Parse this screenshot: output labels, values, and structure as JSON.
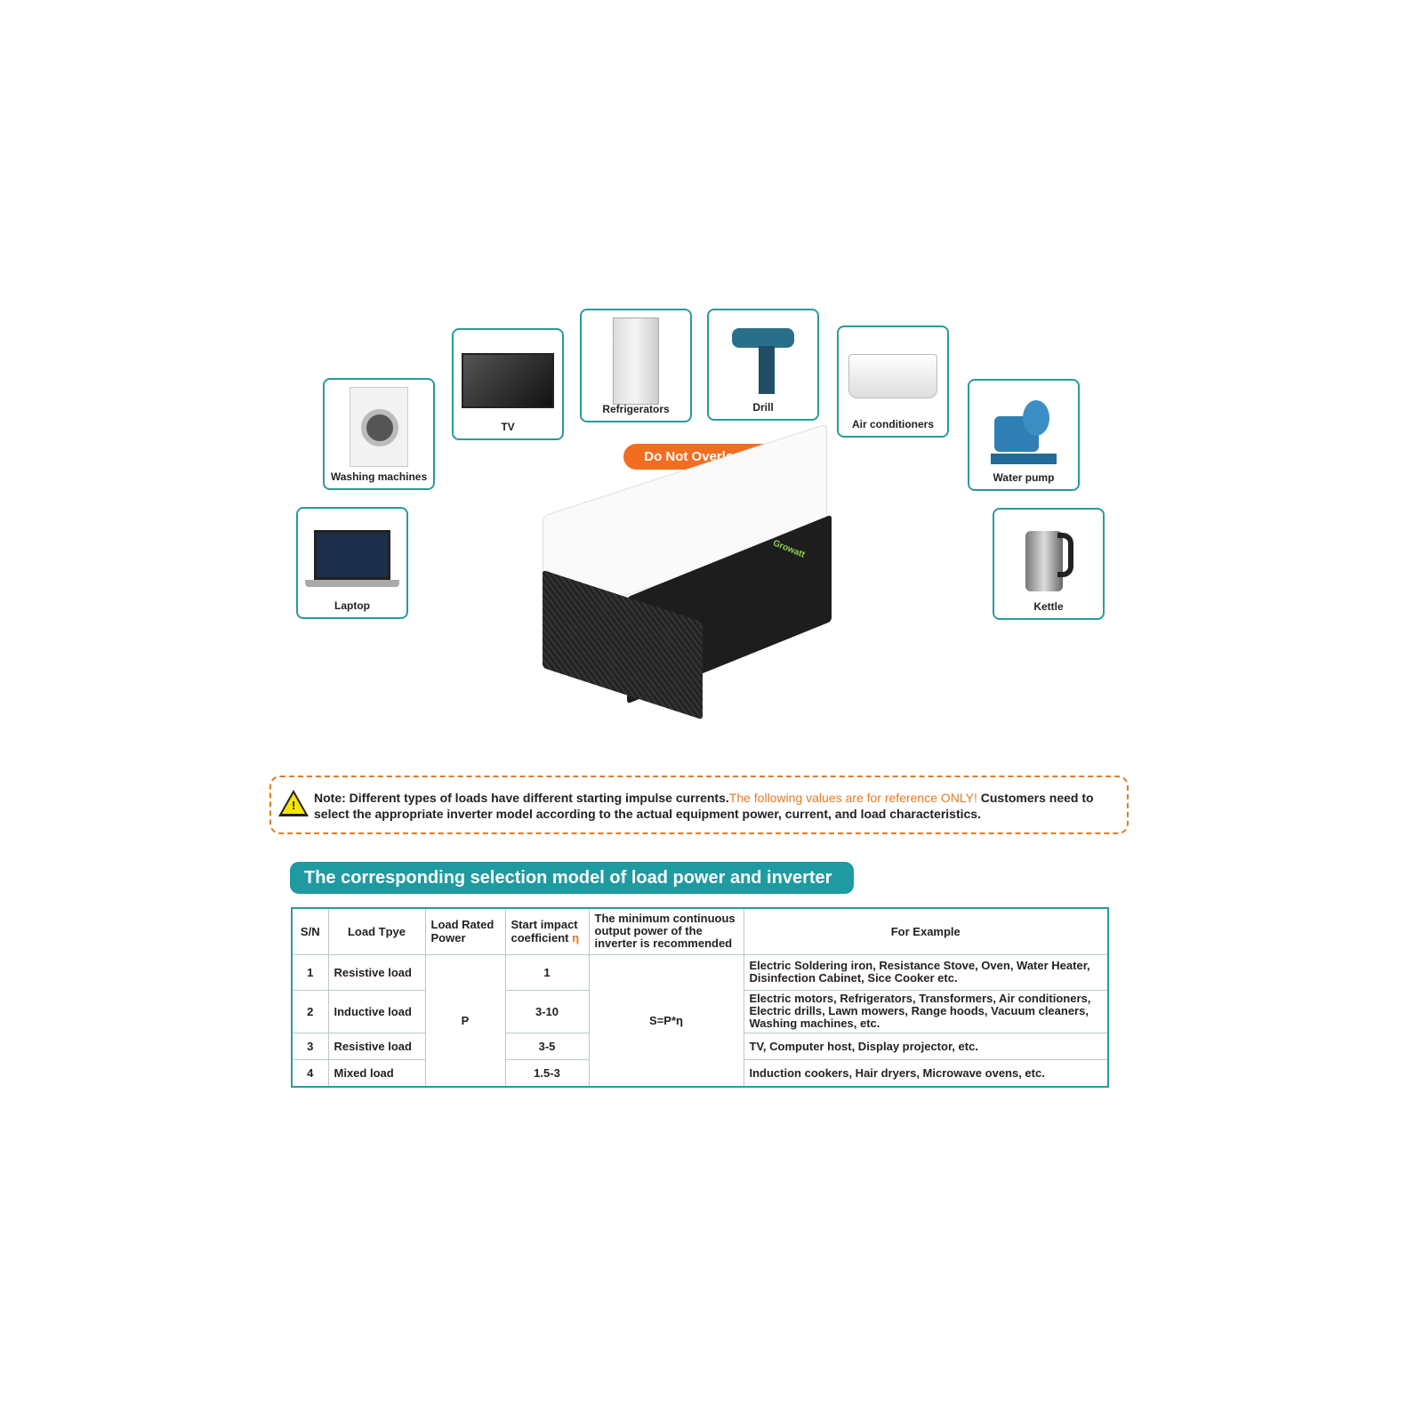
{
  "appliances": [
    {
      "label": "Washing machines"
    },
    {
      "label": "TV"
    },
    {
      "label": "Refrigerators"
    },
    {
      "label": "Drill"
    },
    {
      "label": "Air conditioners"
    },
    {
      "label": "Water pump"
    },
    {
      "label": "Laptop"
    },
    {
      "label": "Kettle"
    }
  ],
  "warning_button": "Do Not Overload !",
  "product_brand": "Growatt",
  "note": {
    "text": "Note: Different types of loads have different starting impulse currents.",
    "highlight": "The following values are for reference ONLY!",
    "text2": " Customers need to select the appropriate inverter model according to the actual equipment power, current, and load characteristics."
  },
  "section_title": "The corresponding selection model of load power and inverter",
  "table": {
    "headers": [
      "S/N",
      "Load Tpye",
      "Load Rated Power",
      "Start impact coefficient ",
      "The minimum continuous output power of the inverter is recommended",
      "For Example"
    ],
    "eta": "η",
    "rated_power": "P",
    "formula": "S=P*η",
    "rows": [
      {
        "sn": "1",
        "type": "Resistive load",
        "coef": "1",
        "example": "Electric Soldering iron, Resistance Stove, Oven, Water Heater, Disinfection Cabinet, Sice Cooker  etc."
      },
      {
        "sn": "2",
        "type": "Inductive load",
        "coef": "3-10",
        "example": "Electric motors, Refrigerators, Transformers, Air conditioners, Electric drills, Lawn mowers, Range hoods, Vacuum cleaners, Washing machines, etc."
      },
      {
        "sn": "3",
        "type": "Resistive load",
        "coef": "3-5",
        "example": "TV, Computer host, Display projector, etc."
      },
      {
        "sn": "4",
        "type": "Mixed load",
        "coef": "1.5-3",
        "example": "Induction cookers, Hair dryers, Microwave ovens, etc."
      }
    ]
  },
  "colors": {
    "accent": "#1f9aa1",
    "warning": "#f26d1f"
  }
}
